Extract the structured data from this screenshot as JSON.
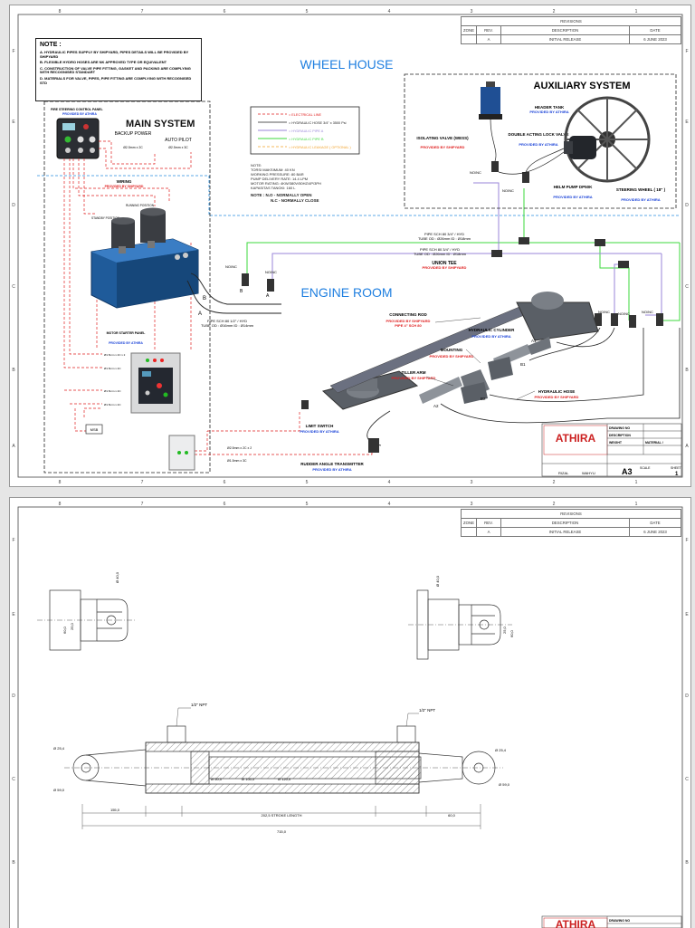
{
  "grid": {
    "cols": [
      "8",
      "7",
      "6",
      "5",
      "4",
      "3",
      "2",
      "1"
    ],
    "rows1": [
      "F",
      "E",
      "D",
      "C",
      "B",
      "A"
    ],
    "rows2": [
      "F",
      "E",
      "D",
      "C",
      "B"
    ]
  },
  "revisions": {
    "title": "REVISIONS",
    "headers": [
      "ZONE",
      "REV.",
      "DESCRIPTION",
      "DATE"
    ],
    "rows": [
      [
        "",
        "A",
        "INITIAL RELEASE",
        "6 JUNE 2023"
      ]
    ]
  },
  "note": {
    "title": "NOTE :",
    "items": [
      "A. HYDRAULIC PIPES SUPPLY BY SHIPYARD, PIPES DETAILS WILL BE PROVIDED BY SHIPYARD",
      "B. FLEXIBLE HYDRO HOSES ARE NK APPROVED TYPE OR EQUIVALENT",
      "C. CONSTRUCTION OF VALVE PIPE FITTING, GASKET AND PACKING ARE COMPLYING WITH RECOGNISED STANDART",
      "D. MATERIALS FOR VALVE, PIPES, PIPE FITTING ARE COMPLYING WITH RECOGNISED STD"
    ]
  },
  "areas": {
    "wheel_house": "WHEEL HOUSE",
    "engine_room": "ENGINE ROOM",
    "main_system": "MAIN SYSTEM",
    "auxiliary_system": "AUXILIARY SYSTEM"
  },
  "legend": {
    "items": [
      {
        "label": "= ELECTRICAL LINE",
        "color": "#e02020"
      },
      {
        "label": "= HYDRAULIC HOSE 3/4\" x 3500 Psi",
        "color": "#222222"
      },
      {
        "label": "= HYDRAULIC PIPE A",
        "color": "#9a86d8"
      },
      {
        "label": "= HYDRAULIC PIPE B",
        "color": "#3ed83e"
      },
      {
        "label": "= HYDRAULIC LEAKAGE ( OPTIONAL )",
        "color": "#f2a22a"
      }
    ]
  },
  "specs": {
    "lines": [
      "NOTE:",
      "TORSI MAKSIMUM: 40 KN",
      "WORKING PRESSURE: 80 BAR",
      "PUMP DELIVERY RATE: 14.4 LPM",
      "MOTOR RATING: 4KW/380V/50HZ/4P/3PH",
      "KAPASITAS TANGKI: 160 L"
    ],
    "no_label": "NOTE :  N.O - NORMALLY OPEN",
    "nc_label": "N.C - NORMALLY CLOSE"
  },
  "labels": {
    "fire_panel": "FIRE STEERING CONTROL PANEL",
    "by_athira": "PROVIDED BY ATHIRA",
    "by_shipyard": "PROVIDED BY SHIPYARD",
    "backup_power": "BACKUP POWER",
    "backup_cable": "Ø2.5mm x 2C",
    "auto_pilot": "AUTO PILOT",
    "auto_cable": "Ø2.5mm x 3C",
    "wiring": "WIRING",
    "running": "RUNNING POSITION",
    "standby": "STANDBY POSITION",
    "motor_starter": "MOTOR STARTER PANEL",
    "msb": "MSB",
    "cable1": "Ø1.5mm x 2C x 2",
    "cable2": "Ø1.5mm x 2C",
    "cable3": "Ø2.5mm x 2C x 2",
    "cable4": "Ø1.5mm x 3C",
    "pipe_main": "PIPE SCH 80 1/2\" / HYD",
    "tube_main": "TUBE OD : Ø16mm ID : Ø14mm",
    "pipe_top1": "PIPE SCH 80 3/4\" / HYD",
    "tube_top1": "TUBE OD : Ø26mm ID : Ø18mm",
    "pipe_top2": "PIPE SCH 80 3/4\" / HYD",
    "tube_top2": "TUBE OD : Ø26mm ID : Ø18mm",
    "union_tee": "UNION TEE",
    "nonc": "NO/NC",
    "header_tank": "HEADER TANK",
    "isolating_valve": "ISOLATING VALVE (WESS)",
    "double_acting": "DOUBLE ACTING LOCK VALVE",
    "helm_pump": "HELM PUMP DP50K",
    "steering_wheel": "STEERING WHEEL ( 18\" )",
    "connecting_rod": "CONNECTING ROD",
    "pipe_4": "PIPE 4\" SCH 80",
    "hydraulic_cylinder": "HYDRAULIC CYLINDER",
    "mounting": "MOUNTING",
    "tiller_arm": "TILLER ARM",
    "hydraulic_hose": "HYDRAULIC HOSE",
    "limit_switch": "LIMIT SWITCH",
    "rudder_transmitter": "RUDDER ANGLE TRANSMITTER",
    "pt_a": "A",
    "pt_b": "B",
    "pt_a1": "A1",
    "pt_a2": "A2",
    "pt_b1": "B1",
    "pt_b2": "B2"
  },
  "title_block": {
    "company": "ATHIRA",
    "drawing_no_label": "DRAWING NO",
    "description_label": "DESCRIPTION",
    "weight_label": "WEIGHT",
    "material_label": "MATERIAL /",
    "size": "A3",
    "sheet_label": "SHEET",
    "sheet_no": "1",
    "scale_label": "SCALE",
    "signer1": "RIZAL",
    "signer2": "WAHYU"
  },
  "drawing2": {
    "npt_left": "1/2\" NPT",
    "npt_right": "1/2\" NPT",
    "dim_stroke": "202,5 STROKE LENGTH",
    "dim_total": "715,0",
    "dim_left": "155,0",
    "dim_right": "60,0",
    "d_rod": "Ø 50,0",
    "d_bore": "Ø 100,0",
    "d_outer": "Ø 120,0",
    "d_pin_l": "Ø 25,4",
    "d_pin_r": "Ø 25,4",
    "d_eye_l": "Ø 59,0",
    "d_eye_r": "Ø 59,0",
    "d_clevis_top_l": "Ø 40,0",
    "d_clevis_top_r": "Ø 40,0",
    "d_clevis_h1": "60,0",
    "d_clevis_h2": "25,0",
    "d_clevis_h3": "25,0",
    "d_clevis_h4": "60,0"
  }
}
